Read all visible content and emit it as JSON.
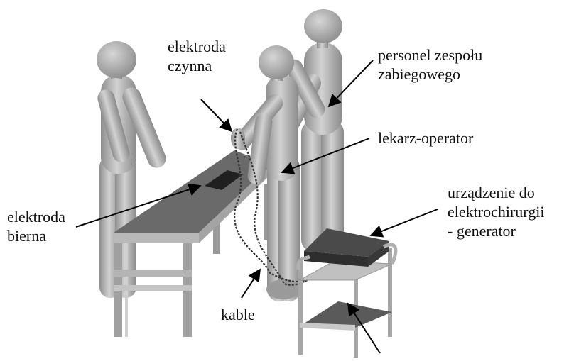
{
  "labels": {
    "active_electrode": [
      "elektroda",
      "czynna"
    ],
    "staff": [
      "personel zespołu",
      "zabiegowego"
    ],
    "operator": "lekarz-operator",
    "generator": [
      "urządzenie do",
      "elektrochirurgii",
      "- generator"
    ],
    "passive_electrode": [
      "elektroda",
      "bierna"
    ],
    "cables": "kable"
  },
  "colors": {
    "figure": "#b9b9b9",
    "figure_shade": "#8f8f8f",
    "table_top": "#6a6a6a",
    "frame": "#a8a8a8",
    "generator": "#3e3e3e",
    "arrow": "#000000"
  }
}
